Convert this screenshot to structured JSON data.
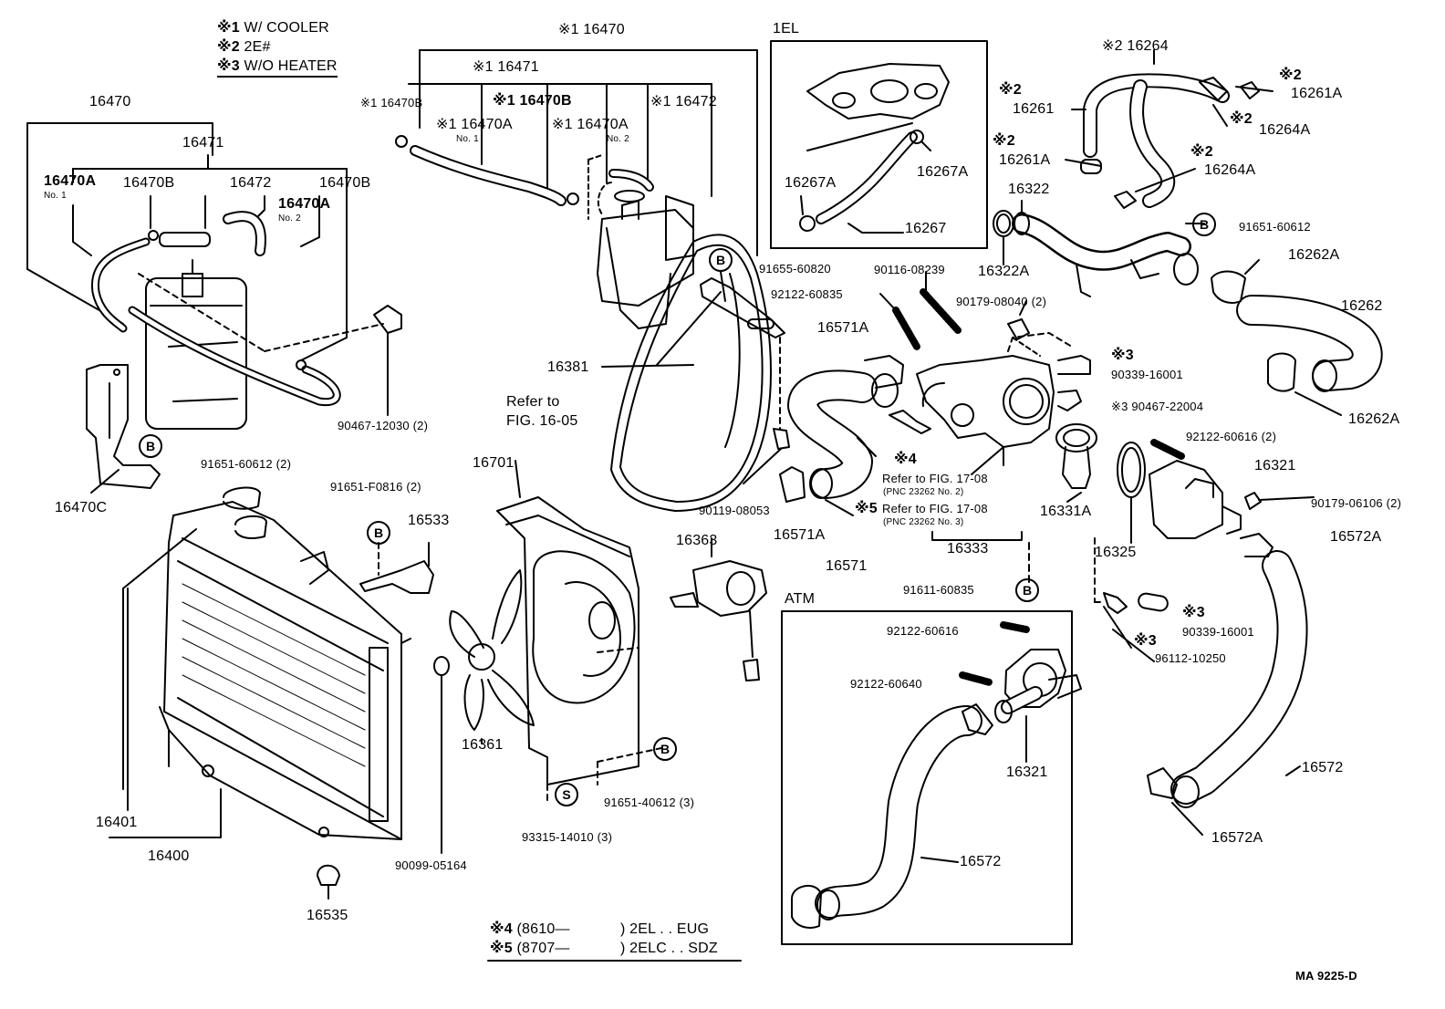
{
  "notes": [
    {
      "mark": "※1",
      "text": "W/ COOLER"
    },
    {
      "mark": "※2",
      "text": "2E#"
    },
    {
      "mark": "※3",
      "text": "W/O HEATER"
    }
  ],
  "footnotes": [
    {
      "mark": "※4",
      "serial": "(8610—",
      "model": ") 2EL . . EUG"
    },
    {
      "mark": "※5",
      "serial": "(8707—",
      "model": ") 2ELC . . SDZ"
    }
  ],
  "section_labels": {
    "el": "1EL",
    "atm": "ATM"
  },
  "figure_id": "MA  9225-D",
  "refs": {
    "fig1605_line1": "Refer to",
    "fig1605_line2": "FIG. 16-05",
    "fig1708a": "Refer to FIG. 17-08",
    "pnc_a": "(PNC 23262  No. 2)",
    "fig1708b": "Refer to FIG. 17-08",
    "pnc_b": "(PNC 23262  No. 3)"
  },
  "symbols": {
    "b": "B",
    "s": "S"
  },
  "parts": {
    "p16470": "16470",
    "p16471": "16471",
    "p16470a_l": "16470A",
    "p16470a_l_no": "No. 1",
    "p16470b_l": "16470B",
    "p16472_l": "16472",
    "p16470b_r": "16470B",
    "p16470a_r": "16470A",
    "p16470a_r_no": "No. 2",
    "p16470c": "16470C",
    "p91651_60612_2": "91651-60612 (2)",
    "p90467_12030": "90467-12030 (2)",
    "c16470": "※1 16470",
    "c16471": "※1 16471",
    "c16470b_1": "※1 16470B",
    "c16470a_1": "※1 16470A",
    "c16470a_1_no": "No. 1",
    "c16470b_2": "※1 16470B",
    "c16470a_2": "※1 16470A",
    "c16470a_2_no": "No. 2",
    "c16472": "※1 16472",
    "p91655_60820": "91655-60820",
    "p16381": "16381",
    "p16267a_l": "16267A",
    "p16267a_r": "16267A",
    "p16267": "16267",
    "s16264": "※2 16264",
    "s16261_mark": "※2",
    "p16261": "16261",
    "s16261a_mark": "※2",
    "p16261a_top": "16261A",
    "s16264a_mark": "※2",
    "p16264a_top": "16264A",
    "s16261a2_mark": "※2",
    "p16261a": "16261A",
    "s16264a2_mark": "※2",
    "p16264a": "16264A",
    "p16322": "16322",
    "p16322a": "16322A",
    "p91651_60612": "91651-60612",
    "p16262a_top": "16262A",
    "p16262": "16262",
    "p16262a": "16262A",
    "p90116_08239": "90116-08239",
    "p92122_60835": "92122-60835",
    "p90179_08040": "90179-08040 (2)",
    "p16571a_top": "16571A",
    "s3_mark_a": "※3",
    "p90339_16001_a": "90339-16001",
    "s3_90467_22004": "※3 90467-22004",
    "p92122_60616_2": "92122-60616 (2)",
    "p16321_r": "16321",
    "p90179_06106": "90179-06106 (2)",
    "p16572a_top": "16572A",
    "s4_mark": "※4",
    "s5_mark": "※5",
    "p16331a": "16331A",
    "p16325": "16325",
    "p16333": "16333",
    "p16571a_bot": "16571A",
    "p16571": "16571",
    "p90119_08053": "90119-08053",
    "p91611_60835": "91611-60835",
    "s3_mark_b": "※3",
    "p90339_16001_b": "90339-16001",
    "s3_mark_c": "※3",
    "p96112_10250": "96112-10250",
    "p91651_f0816": "91651-F0816 (2)",
    "p16533": "16533",
    "p16701": "16701",
    "p16363": "16363",
    "p16361": "16361",
    "p91651_40612": "91651-40612 (3)",
    "p93315_14010": "93315-14010 (3)",
    "p16401": "16401",
    "p16400": "16400",
    "p90099_05164": "90099-05164",
    "p16535": "16535",
    "p92122_60616": "92122-60616",
    "p92122_60640": "92122-60640",
    "p16321_atm": "16321",
    "p16572_atm": "16572",
    "p16572": "16572",
    "p16572a": "16572A"
  }
}
